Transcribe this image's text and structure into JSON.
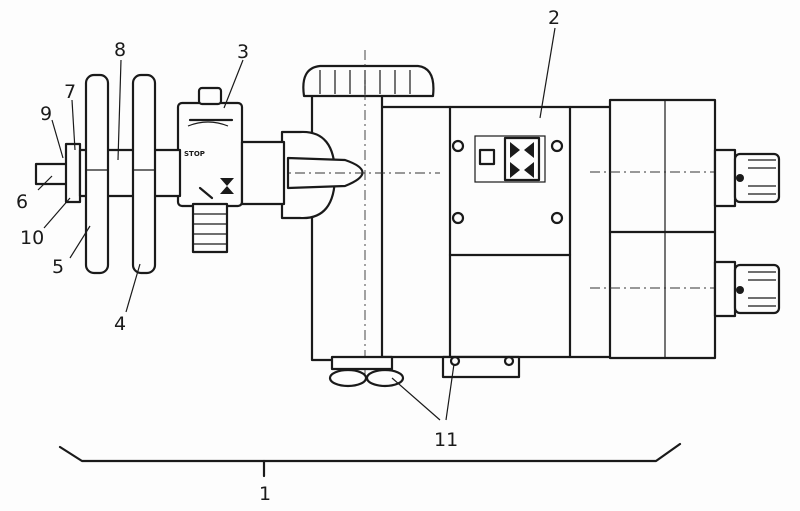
{
  "callouts": {
    "c1": "1",
    "c2": "2",
    "c3": "3",
    "c4": "4",
    "c5": "5",
    "c6": "6",
    "c7": "7",
    "c8": "8",
    "c9": "9",
    "c10": "10",
    "c11": "11"
  },
  "valve_label": "STOP",
  "colors": {
    "ink": "#1a1a1a",
    "paper": "#fdfdfd"
  }
}
